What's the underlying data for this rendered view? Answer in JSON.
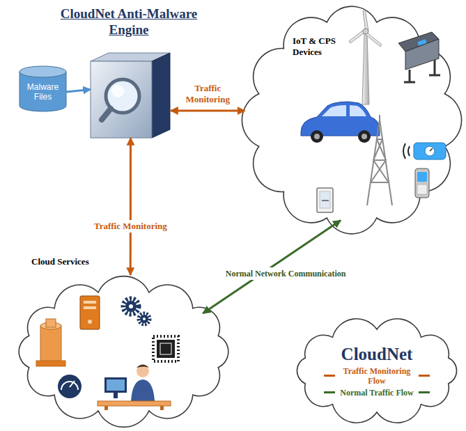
{
  "diagram": {
    "nodes": [
      {
        "text": [
          "CloudNet Anti-Malware Engine"
        ]
      },
      {
        "text": [
          "Malware Files"
        ]
      },
      {
        "text": [
          "IoT & CPS Devices"
        ]
      },
      {
        "text": [
          "Cloud Services"
        ]
      }
    ],
    "edges": [
      {
        "from": 1,
        "to": 0,
        "arrow": "to"
      },
      {
        "from": 0,
        "to": 2,
        "arrow": "both",
        "label": "Traffic Monitoring"
      },
      {
        "from": 0,
        "to": 3,
        "arrow": "both",
        "label": "Traffic Monitoring"
      },
      {
        "from": 3,
        "to": 2,
        "arrow": "both",
        "label": "Normal Network Communication"
      }
    ],
    "labels": [
      "CloudNet"
    ],
    "legend": [
      {
        "text": "Traffic Monitoring Flow"
      },
      {
        "text": "Normal Traffic Flow"
      }
    ]
  }
}
